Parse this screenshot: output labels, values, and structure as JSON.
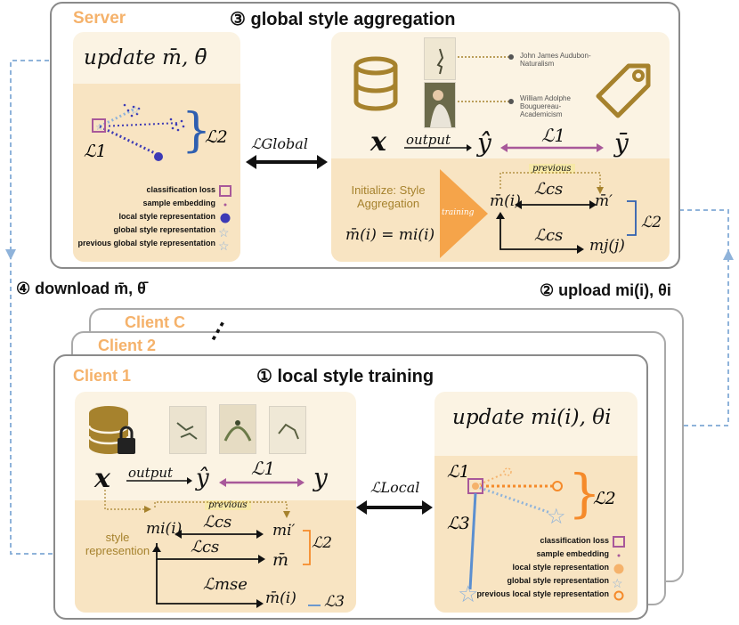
{
  "server": {
    "title": "Server",
    "step_title": "③ global style aggregation",
    "update_label": "update m̄, θ̄",
    "loss_global": "ℒGlobal",
    "legend": [
      "classification loss",
      "sample embedding",
      "local style representation",
      "global style representation",
      "previous global style representation"
    ],
    "labels": {
      "L1": "ℒ1",
      "L2": "ℒ2"
    },
    "painting_labels": [
      "John James Audubon-Naturalism",
      "William Adolphe Bouguereau-Academicism"
    ],
    "top_row": {
      "x": "x",
      "output": "output",
      "y_hat": "ŷ̂",
      "L1": "ℒ1",
      "y_bar": "ȳ"
    },
    "init_label": "Initialize: Style Aggregation",
    "init_eq": "m̄(i) = mi(i)",
    "training": "training",
    "previous": "previous",
    "m_bar_i": "m̄(i)",
    "m_bar_prime": "m̄′",
    "L_cs": "ℒcs",
    "m_j": "mj(j)",
    "L2": "ℒ2"
  },
  "flows": {
    "download": "④ download m̄, θ̄",
    "upload": "② upload mi(i), θi"
  },
  "clients": {
    "client_c": "Client C",
    "client_2": "Client 2",
    "client_1": "Client 1",
    "dots": "⋮"
  },
  "client1": {
    "step_title": "① local style training",
    "update_label": "update mi(i), θi",
    "loss_local": "ℒLocal",
    "top_row": {
      "x": "x",
      "output": "output",
      "y_hat": "ŷ",
      "L1": "ℒ1",
      "y": "y"
    },
    "previous": "previous",
    "style_label": "style represention",
    "m_i": "mi(i)",
    "m_i_prime": "mi′",
    "m_bar": "m̄",
    "m_bar_i": "m̄(i)",
    "L_cs_1": "ℒcs",
    "L_cs_2": "ℒcs",
    "L_mse": "ℒmse",
    "L2": "ℒ2",
    "L3": "ℒ3",
    "right_labels": {
      "L1": "ℒ1",
      "L2": "ℒ2",
      "L3": "ℒ3"
    },
    "legend": [
      "classification loss",
      "sample embedding",
      "local style representation",
      "global style representation",
      "previous local style representation"
    ]
  },
  "colors": {
    "accent_orange": "#f5a44a",
    "loss_purple": "#a8589a",
    "dash_blue": "#8fb3da",
    "navy": "#3d3ab5",
    "brand_gold": "#a6822d"
  }
}
